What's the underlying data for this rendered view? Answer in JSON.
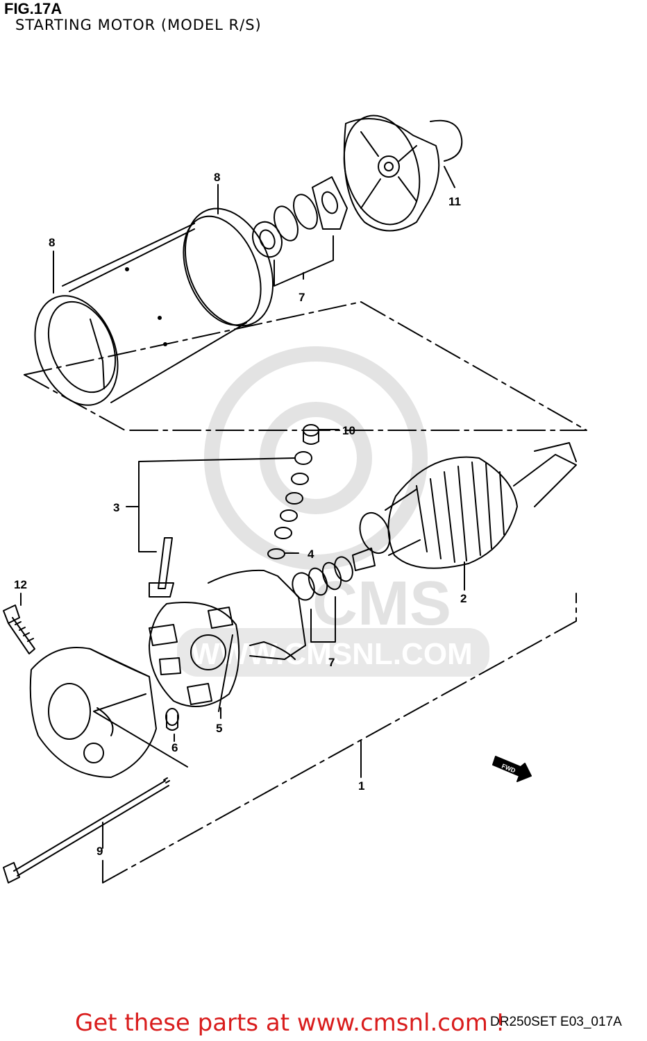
{
  "header": {
    "figure": "FIG.17A",
    "subtitle": "STARTING MOTOR (MODEL R/S)"
  },
  "callouts": {
    "c1": "1",
    "c2": "2",
    "c3": "3",
    "c4": "4",
    "c5": "5",
    "c6": "6",
    "c7a": "7",
    "c7b": "7",
    "c8a": "8",
    "c8b": "8",
    "c9": "9",
    "c10": "10",
    "c11": "11",
    "c12": "12"
  },
  "arrow_label": "FWD",
  "watermark": {
    "text": "WWW.CMSNL.COM",
    "brand": "CMS"
  },
  "drawing_code": "DR250SET E03_017A",
  "promo_text": "Get these parts at www.cmsnl.com !",
  "colors": {
    "line": "#000000",
    "promo": "#d91c1c",
    "watermark": "#e6e6e6"
  }
}
